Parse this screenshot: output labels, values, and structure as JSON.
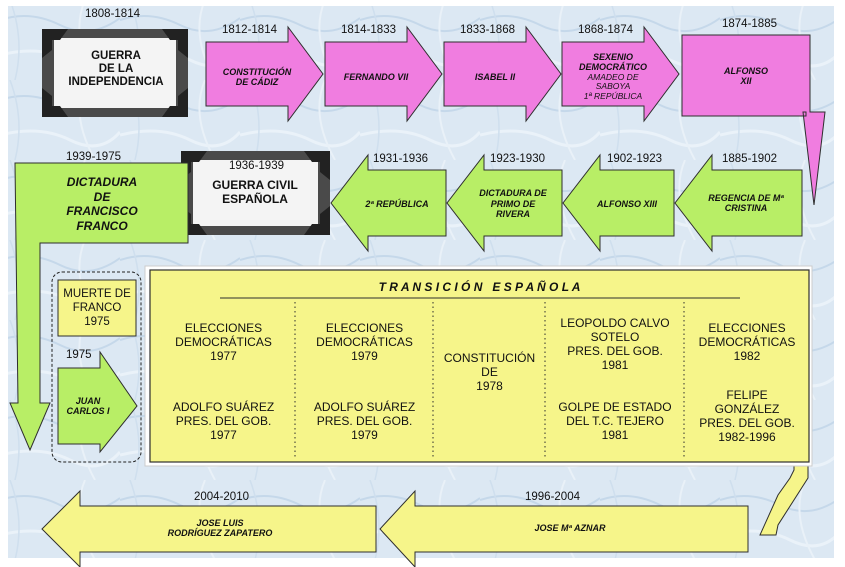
{
  "independence": {
    "years": "1808-1814",
    "lines": [
      "GUERRA",
      "DE LA",
      "INDEPENDENCIA"
    ]
  },
  "row1": [
    {
      "years": "1812-1814",
      "lines": [
        "CONSTITUCIÓN",
        "DE CÁDIZ"
      ]
    },
    {
      "years": "1814-1833",
      "lines": [
        "FERNANDO VII"
      ]
    },
    {
      "years": "1833-1868",
      "lines": [
        "ISABEL II"
      ]
    },
    {
      "years": "1868-1874",
      "lines": [
        "SEXENIO",
        "DEMOCRÁTICO"
      ],
      "sub": [
        "AMADEO DE",
        "SABOYA",
        "1ª REPÚBLICA"
      ]
    },
    {
      "years": "1874-1885",
      "lines": [
        "ALFONSO",
        "XII"
      ]
    }
  ],
  "dictadura": {
    "years": "1939-1975",
    "lines": [
      "DICTADURA",
      "DE",
      "FRANCISCO",
      "FRANCO"
    ]
  },
  "guerra_civil": {
    "years": "1936-1939",
    "lines": [
      "Guerra Civil",
      "Española"
    ]
  },
  "row2": [
    {
      "years": "1931-1936",
      "lines": [
        "2ª REPÚBLICA"
      ]
    },
    {
      "years": "1923-1930",
      "lines": [
        "DICTADURA DE",
        "PRIMO DE",
        "RIVERA"
      ]
    },
    {
      "years": "1902-1923",
      "lines": [
        "ALFONSO XIII"
      ]
    },
    {
      "years": "1885-1902",
      "lines": [
        "REGENCIA DE Mª",
        "CRISTINA"
      ]
    }
  ],
  "muerte": {
    "lines": [
      "MUERTE DE",
      "FRANCO",
      "1975"
    ]
  },
  "juan_carlos": {
    "years": "1975",
    "lines": [
      "JUAN",
      "CARLOS I"
    ]
  },
  "transicion": {
    "title": "T R A N S I C I Ó N   E S P A Ñ O L A",
    "columns": [
      {
        "top": [
          "ELECCIONES",
          "DEMOCRÁTICAS",
          "1977"
        ],
        "bottom": [
          "ADOLFO SUÁREZ",
          "PRES. DEL GOB.",
          "1977"
        ]
      },
      {
        "top": [
          "ELECCIONES",
          "DEMOCRÁTICAS",
          "1979"
        ],
        "bottom": [
          "ADOLFO SUÁREZ",
          "PRES. DEL GOB.",
          "1979"
        ]
      },
      {
        "top": [
          "CONSTITUCIÓN",
          "DE",
          "1978"
        ],
        "bottom": []
      },
      {
        "top": [
          "LEOPOLDO CALVO",
          "SOTELO",
          "PRES. DEL GOB.",
          "1981"
        ],
        "bottom": [
          "GOLPE DE ESTADO",
          "DEL T.C. TEJERO",
          "1981"
        ]
      },
      {
        "top": [
          "ELECCIONES",
          "DEMOCRÁTICAS",
          "1982"
        ],
        "bottom": [
          "FELIPE",
          "GONZÁLEZ",
          "PRES. DEL GOB.",
          "1982-1996"
        ]
      }
    ]
  },
  "row4": [
    {
      "years": "1996-2004",
      "lines": [
        "JOSE Mª AZNAR"
      ]
    },
    {
      "years": "2004-2010",
      "lines": [
        "JOSE LUIS",
        "RODRÍGUEZ ZAPATERO"
      ]
    }
  ],
  "colors": {
    "pink": "#f07de0",
    "green": "#b8ee66",
    "yellow": "#f6f58a",
    "border": "#2e2e2e"
  }
}
